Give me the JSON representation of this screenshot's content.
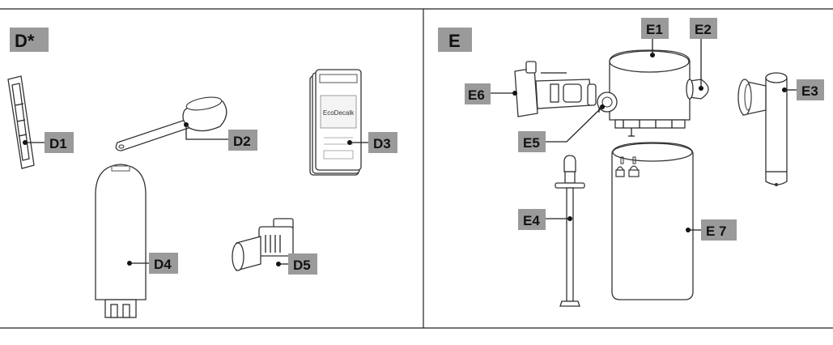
{
  "panels": {
    "left": {
      "title": "D*"
    },
    "right": {
      "title": "E"
    }
  },
  "labels": {
    "d1": "D1",
    "d2": "D2",
    "d3": "D3",
    "d4": "D4",
    "d5": "D5",
    "e1": "E1",
    "e2": "E2",
    "e3": "E3",
    "e4": "E4",
    "e5": "E5",
    "e6": "E6",
    "e7": "E 7"
  },
  "d3_package_text": "EcoDecalk"
}
